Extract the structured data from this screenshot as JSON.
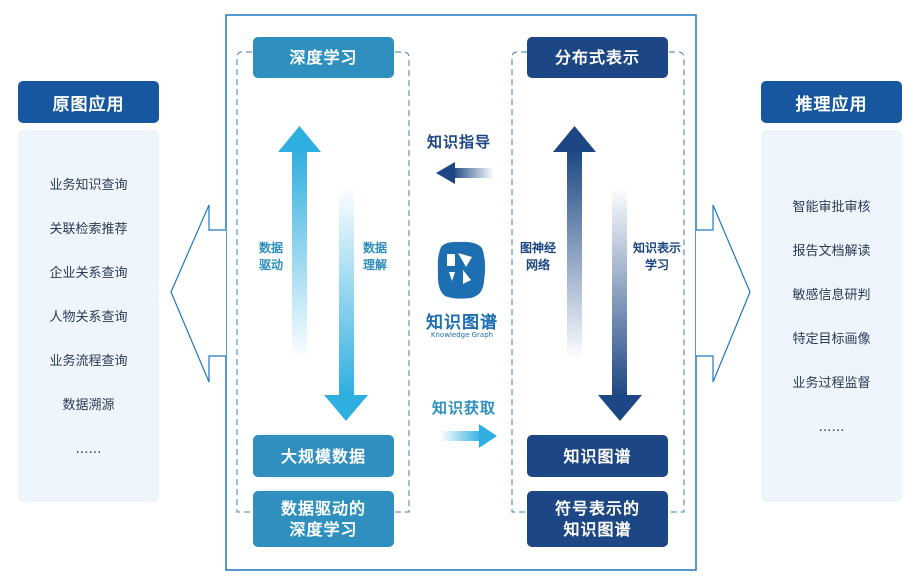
{
  "left_panel": {
    "title": "原图应用",
    "items": [
      "业务知识查询",
      "关联检索推荐",
      "企业关系查询",
      "人物关系查询",
      "业务流程查询",
      "数据溯源",
      "……"
    ]
  },
  "right_panel": {
    "title": "推理应用",
    "items": [
      "智能审批审核",
      "报告文档解读",
      "敏感信息研判",
      "特定目标画像",
      "业务过程监督",
      "……"
    ]
  },
  "left_column": {
    "top_box": "深度学习",
    "bottom_box": "大规模数据",
    "caption_line1": "数据驱动的",
    "caption_line2": "深度学习",
    "up_arrow_label_line1": "数据",
    "up_arrow_label_line2": "驱动",
    "down_arrow_label_line1": "数据",
    "down_arrow_label_line2": "理解"
  },
  "right_column": {
    "top_box": "分布式表示",
    "bottom_box": "知识图谱",
    "caption_line1": "符号表示的",
    "caption_line2": "知识图谱",
    "up_arrow_label_line1": "图神经",
    "up_arrow_label_line2": "网络",
    "down_arrow_label_line1": "知识表示",
    "down_arrow_label_line2": "学习"
  },
  "center": {
    "guide_label": "知识指导",
    "acquire_label": "知识获取",
    "logo_title": "知识图谱",
    "logo_subtitle": "Knowledge Graph"
  },
  "colors": {
    "frame": "#1f78c1",
    "title_bg": "#17579f",
    "light_blue": "#2f8fbe",
    "dark_blue": "#1d4784",
    "panel_bg": "#eff5fc"
  }
}
